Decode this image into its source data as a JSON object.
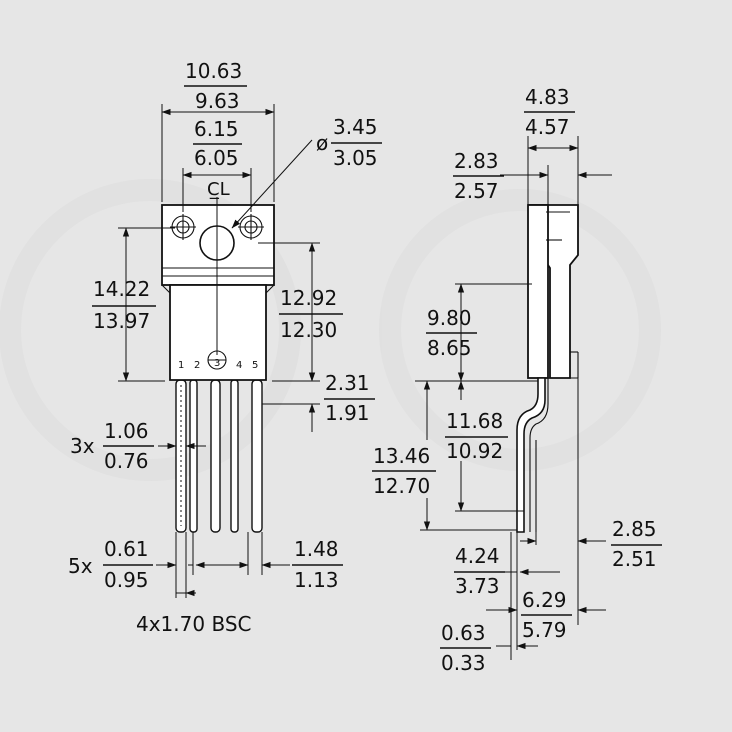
{
  "front_view": {
    "width_outer": {
      "max": "10.63",
      "min": "9.63"
    },
    "width_inner": {
      "max": "6.15",
      "min": "6.05"
    },
    "hole_dia": {
      "symbol": "ø",
      "max": "3.45",
      "min": "3.05"
    },
    "centerline_symbol": "C̲L",
    "height_body": {
      "max": "14.22",
      "min": "13.97"
    },
    "height_tab": {
      "max": "12.92",
      "min": "12.30"
    },
    "standoff": {
      "max": "2.31",
      "min": "1.91"
    },
    "lead_width": {
      "prefix": "3x",
      "max": "1.06",
      "min": "0.76"
    },
    "lead_width2": {
      "prefix": "5x",
      "max": "0.61",
      "min": "0.95"
    },
    "lead_span": {
      "max": "1.48",
      "min": "1.13"
    },
    "pitch_note": "4x1.70 BSC",
    "pin_labels": [
      "1",
      "2",
      "3",
      "4",
      "5"
    ]
  },
  "side_view": {
    "thickness": {
      "max": "4.83",
      "min": "4.57"
    },
    "tab_thickness": {
      "max": "2.83",
      "min": "2.57"
    },
    "body_height": {
      "max": "9.80",
      "min": "8.65"
    },
    "lead_length": {
      "max": "11.68",
      "min": "10.92"
    },
    "lead_length_total": {
      "max": "13.46",
      "min": "12.70"
    },
    "offset_right": {
      "max": "2.85",
      "min": "2.51"
    },
    "lead_offset": {
      "max": "4.24",
      "min": "3.73"
    },
    "lead_bend": {
      "max": "6.29",
      "min": "5.79"
    },
    "lead_thickness": {
      "max": "0.63",
      "min": "0.33"
    }
  }
}
